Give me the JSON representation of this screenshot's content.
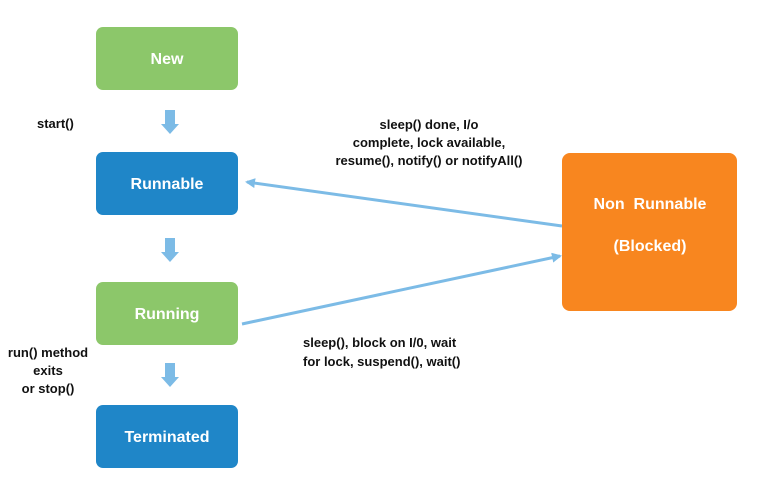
{
  "colors": {
    "green": "#8cc76a",
    "blue": "#1f86c8",
    "orange": "#f8861f",
    "arrow": "#7cbbe6",
    "text_white": "#ffffff",
    "text_dark": "#111111"
  },
  "states": {
    "new": {
      "label": "New",
      "color": "green"
    },
    "runnable": {
      "label": "Runnable",
      "color": "blue"
    },
    "running": {
      "label": "Running",
      "color": "green"
    },
    "terminated": {
      "label": "Terminated",
      "color": "blue"
    },
    "non_runnable": {
      "line1": "Non  Runnable",
      "line2": "(Blocked)",
      "color": "orange"
    }
  },
  "transitions": {
    "start": "start()",
    "wake": {
      "line1": "sleep() done, I/o",
      "line2": "complete, lock available,",
      "line3": "resume(), notify() or notifyAll()"
    },
    "block": {
      "line1": "sleep(), block on I/0, wait",
      "line2": "for lock, suspend(), wait()"
    },
    "exit": {
      "line1": "run() method",
      "line2": "exits",
      "line3": "or stop()"
    }
  }
}
